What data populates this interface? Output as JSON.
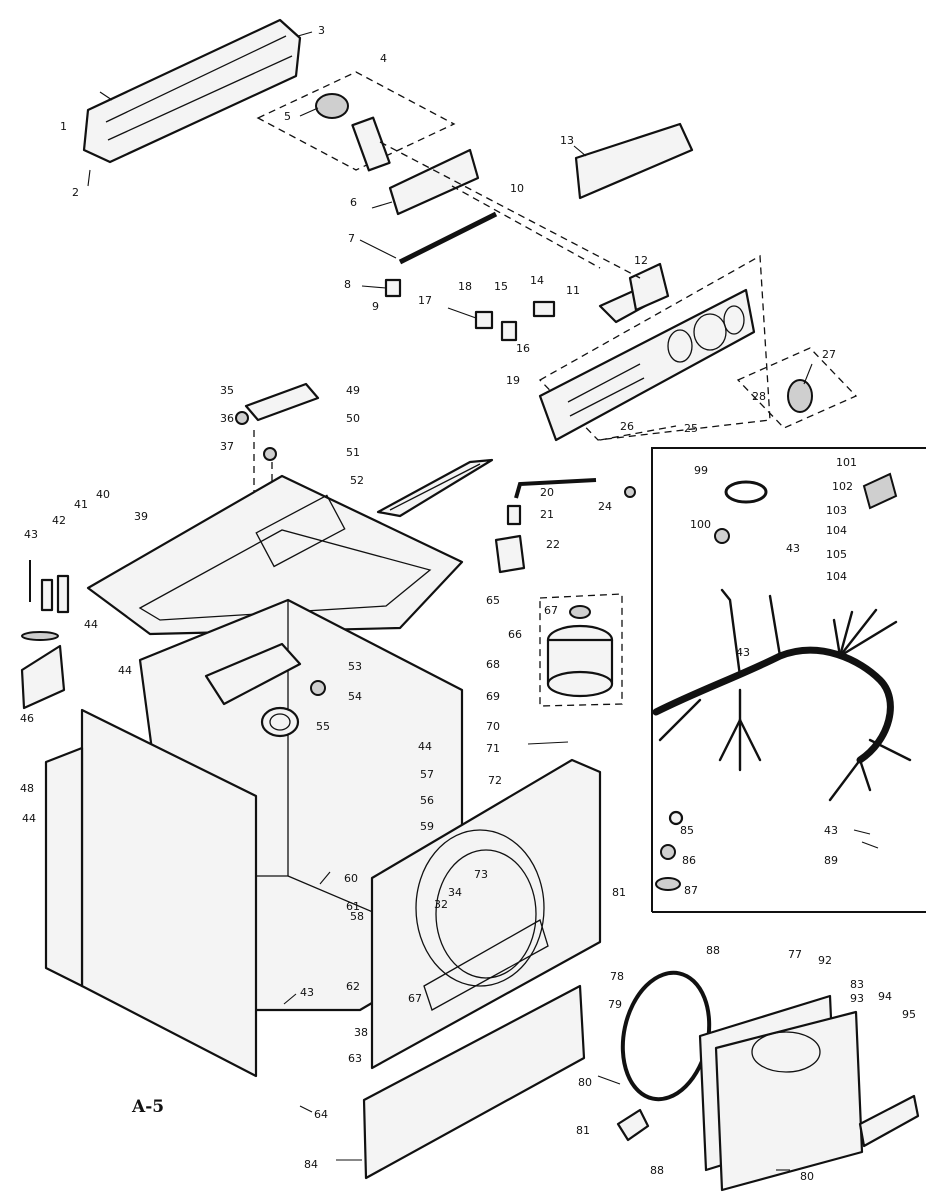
{
  "figure_label": "A-5",
  "callouts": [
    {
      "id": "c1",
      "text": "1"
    },
    {
      "id": "c2",
      "text": "2"
    },
    {
      "id": "c3",
      "text": "3"
    },
    {
      "id": "c4",
      "text": "4"
    },
    {
      "id": "c5",
      "text": "5"
    },
    {
      "id": "c6",
      "text": "6"
    },
    {
      "id": "c7",
      "text": "7"
    },
    {
      "id": "c8",
      "text": "8"
    },
    {
      "id": "c9",
      "text": "9"
    },
    {
      "id": "c10",
      "text": "10"
    },
    {
      "id": "c11",
      "text": "11"
    },
    {
      "id": "c12",
      "text": "12"
    },
    {
      "id": "c13",
      "text": "13"
    },
    {
      "id": "c14",
      "text": "14"
    },
    {
      "id": "c15",
      "text": "15"
    },
    {
      "id": "c16",
      "text": "16"
    },
    {
      "id": "c17",
      "text": "17"
    },
    {
      "id": "c18",
      "text": "18"
    },
    {
      "id": "c19",
      "text": "19"
    },
    {
      "id": "c20",
      "text": "20"
    },
    {
      "id": "c21",
      "text": "21"
    },
    {
      "id": "c22",
      "text": "22"
    },
    {
      "id": "c24",
      "text": "24"
    },
    {
      "id": "c25",
      "text": "25"
    },
    {
      "id": "c26",
      "text": "26"
    },
    {
      "id": "c27",
      "text": "27"
    },
    {
      "id": "c28",
      "text": "28"
    },
    {
      "id": "c32",
      "text": "32"
    },
    {
      "id": "c34",
      "text": "34"
    },
    {
      "id": "c35",
      "text": "35"
    },
    {
      "id": "c36",
      "text": "36"
    },
    {
      "id": "c37",
      "text": "37"
    },
    {
      "id": "c38",
      "text": "38"
    },
    {
      "id": "c39",
      "text": "39"
    },
    {
      "id": "c40",
      "text": "40"
    },
    {
      "id": "c41",
      "text": "41"
    },
    {
      "id": "c42",
      "text": "42"
    },
    {
      "id": "c43a",
      "text": "43"
    },
    {
      "id": "c43b",
      "text": "43"
    },
    {
      "id": "c43c",
      "text": "43"
    },
    {
      "id": "c43d",
      "text": "43"
    },
    {
      "id": "c43e",
      "text": "43"
    },
    {
      "id": "c44a",
      "text": "44"
    },
    {
      "id": "c44b",
      "text": "44"
    },
    {
      "id": "c44c",
      "text": "44"
    },
    {
      "id": "c44d",
      "text": "44"
    },
    {
      "id": "c46",
      "text": "46"
    },
    {
      "id": "c48",
      "text": "48"
    },
    {
      "id": "c49",
      "text": "49"
    },
    {
      "id": "c50",
      "text": "50"
    },
    {
      "id": "c51",
      "text": "51"
    },
    {
      "id": "c52",
      "text": "52"
    },
    {
      "id": "c53",
      "text": "53"
    },
    {
      "id": "c54",
      "text": "54"
    },
    {
      "id": "c55",
      "text": "55"
    },
    {
      "id": "c56",
      "text": "56"
    },
    {
      "id": "c57",
      "text": "57"
    },
    {
      "id": "c58",
      "text": "58"
    },
    {
      "id": "c59",
      "text": "59"
    },
    {
      "id": "c60",
      "text": "60"
    },
    {
      "id": "c61",
      "text": "61"
    },
    {
      "id": "c62",
      "text": "62"
    },
    {
      "id": "c63",
      "text": "63"
    },
    {
      "id": "c64",
      "text": "64"
    },
    {
      "id": "c65",
      "text": "65"
    },
    {
      "id": "c66",
      "text": "66"
    },
    {
      "id": "c67a",
      "text": "67"
    },
    {
      "id": "c67b",
      "text": "67"
    },
    {
      "id": "c68",
      "text": "68"
    },
    {
      "id": "c69",
      "text": "69"
    },
    {
      "id": "c70",
      "text": "70"
    },
    {
      "id": "c71",
      "text": "71"
    },
    {
      "id": "c72",
      "text": "72"
    },
    {
      "id": "c73",
      "text": "73"
    },
    {
      "id": "c77",
      "text": "77"
    },
    {
      "id": "c78",
      "text": "78"
    },
    {
      "id": "c79",
      "text": "79"
    },
    {
      "id": "c80a",
      "text": "80"
    },
    {
      "id": "c80b",
      "text": "80"
    },
    {
      "id": "c81a",
      "text": "81"
    },
    {
      "id": "c81b",
      "text": "81"
    },
    {
      "id": "c83",
      "text": "83"
    },
    {
      "id": "c84",
      "text": "84"
    },
    {
      "id": "c85",
      "text": "85"
    },
    {
      "id": "c86",
      "text": "86"
    },
    {
      "id": "c87",
      "text": "87"
    },
    {
      "id": "c88a",
      "text": "88"
    },
    {
      "id": "c88b",
      "text": "88"
    },
    {
      "id": "c89",
      "text": "89"
    },
    {
      "id": "c92",
      "text": "92"
    },
    {
      "id": "c93",
      "text": "93"
    },
    {
      "id": "c94",
      "text": "94"
    },
    {
      "id": "c95",
      "text": "95"
    },
    {
      "id": "c99",
      "text": "99"
    },
    {
      "id": "c100",
      "text": "100"
    },
    {
      "id": "c101",
      "text": "101"
    },
    {
      "id": "c102",
      "text": "102"
    },
    {
      "id": "c103",
      "text": "103"
    },
    {
      "id": "c104a",
      "text": "104"
    },
    {
      "id": "c104b",
      "text": "104"
    },
    {
      "id": "c105",
      "text": "105"
    }
  ]
}
